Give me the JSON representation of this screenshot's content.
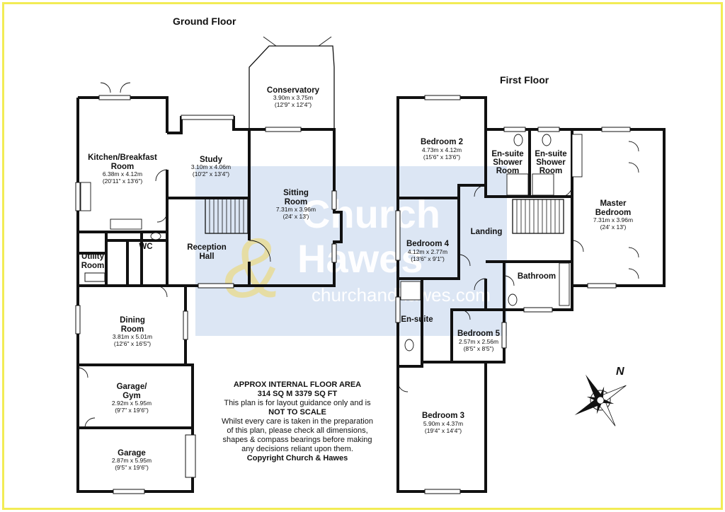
{
  "floors": {
    "ground": {
      "title": "Ground Floor"
    },
    "first": {
      "title": "First Floor"
    }
  },
  "rooms": {
    "kitchen": {
      "name_line1": "Kitchen/Breakfast",
      "name_line2": "Room",
      "metric": "6.38m x 4.12m",
      "imperial": "(20'11\" x 13'6\")"
    },
    "study": {
      "name": "Study",
      "metric": "3.10m x 4.06m",
      "imperial": "(10'2\" x 13'4\")"
    },
    "conservatory": {
      "name": "Conservatory",
      "metric": "3.90m x 3.75m",
      "imperial": "(12'9\" x 12'4\")"
    },
    "sitting": {
      "name_line1": "Sitting",
      "name_line2": "Room",
      "metric": "7.31m x 3.96m",
      "imperial": "(24' x 13')"
    },
    "reception": {
      "name_line1": "Reception",
      "name_line2": "Hall"
    },
    "wc": {
      "name": "WC"
    },
    "utility": {
      "name_line1": "Utility",
      "name_line2": "Room"
    },
    "dining": {
      "name_line1": "Dining",
      "name_line2": "Room",
      "metric": "3.81m x 5.01m",
      "imperial": "(12'6\" x 16'5\")"
    },
    "garage_gym": {
      "name_line1": "Garage/",
      "name_line2": "Gym",
      "metric": "2.92m x 5.95m",
      "imperial": "(9'7\" x 19'6\")"
    },
    "garage": {
      "name": "Garage",
      "metric": "2.87m x 5.95m",
      "imperial": "(9'5\" x 19'6\")"
    },
    "bedroom2": {
      "name": "Bedroom 2",
      "metric": "4.73m x 4.12m",
      "imperial": "(15'6\" x 13'6\")"
    },
    "ensuite1": {
      "name_line1": "En-suite",
      "name_line2": "Shower",
      "name_line3": "Room"
    },
    "ensuite2": {
      "name_line1": "En-suite",
      "name_line2": "Shower",
      "name_line3": "Room"
    },
    "master": {
      "name_line1": "Master",
      "name_line2": "Bedroom",
      "metric": "7.31m x 3.96m",
      "imperial": "(24' x 13')"
    },
    "landing": {
      "name": "Landing"
    },
    "bedroom4": {
      "name": "Bedroom 4",
      "metric": "4.12m x 2.77m",
      "imperial": "(13'6\" x 9'1\")"
    },
    "bathroom": {
      "name": "Bathroom"
    },
    "ensuite3": {
      "name": "En-suite"
    },
    "bedroom5": {
      "name": "Bedroom 5",
      "metric": "2.57m x 2.56m",
      "imperial": "(8'5\" x 8'5\")"
    },
    "bedroom3": {
      "name": "Bedroom 3",
      "metric": "5.90m x 4.37m",
      "imperial": "(19'4\" x 14'4\")"
    }
  },
  "notes": {
    "line1": "APPROX INTERNAL FLOOR AREA",
    "line2": "314 SQ M 3379 SQ FT",
    "line3": "This plan is for layout guidance only and is",
    "line4": "NOT TO SCALE",
    "line5": "Whilst every care is taken in the preparation",
    "line6": "of this plan, please check all dimensions,",
    "line7": "shapes & compass bearings before making",
    "line8": "any decisions reliant upon them.",
    "line9": "Copyright Church & Hawes"
  },
  "compass": {
    "label": "N",
    "icon": "compass-rose-icon"
  },
  "watermark": {
    "word1": "Church",
    "word2": "Hawes",
    "ampersand": "&",
    "site": "churchandhawes.com"
  },
  "colors": {
    "frame": "#f2ec55",
    "watermark_panel": "#dce6f4",
    "watermark_text": "#ffffff",
    "walls": "#111111"
  }
}
